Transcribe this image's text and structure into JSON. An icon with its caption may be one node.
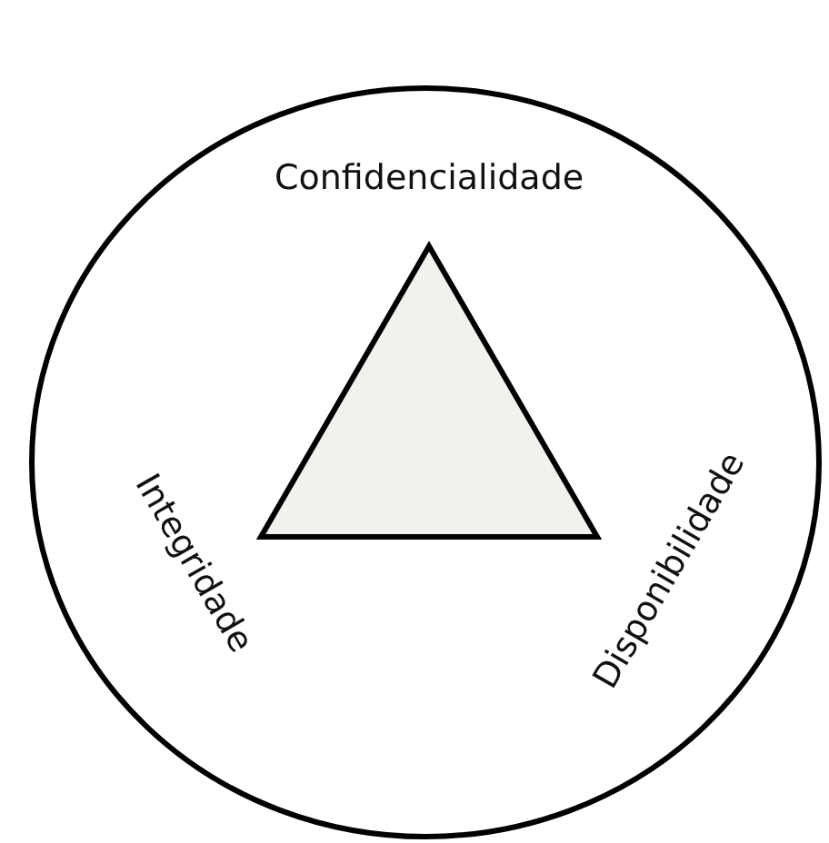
{
  "diagram": {
    "nodes": [
      {
        "text": [],
        "shape": "circle"
      },
      {
        "text": [],
        "shape": "triangle",
        "in": 0
      }
    ],
    "labels": [
      "Confidencialidade",
      "Integridade",
      "Disponibilidade"
    ]
  }
}
